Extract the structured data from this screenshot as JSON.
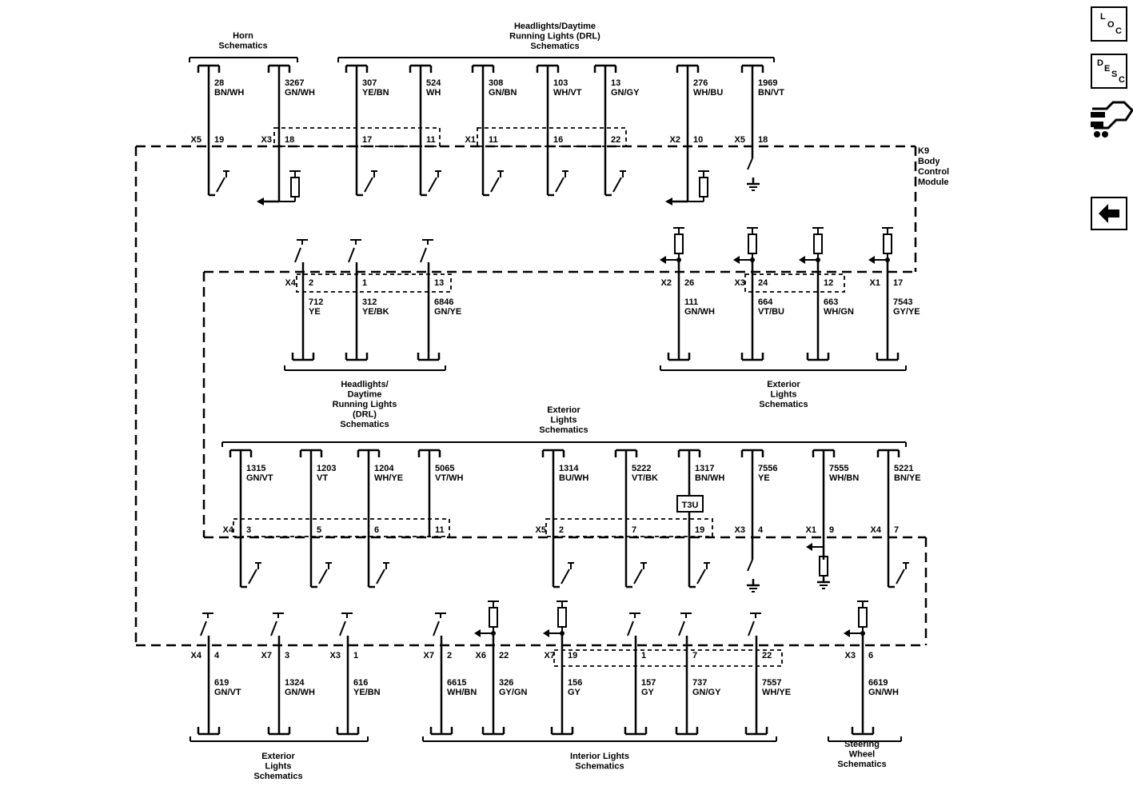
{
  "module": {
    "lines": [
      "K9",
      "Body",
      "Control",
      "Module"
    ]
  },
  "sidebar": {
    "loc": {
      "l1": "L",
      "l2": "O",
      "l3": "C"
    },
    "desc": {
      "l1": "D",
      "l2": "E",
      "l3": "S",
      "l4": "C"
    }
  },
  "brackets": [
    {
      "lines": [
        "Horn",
        "Schematics"
      ]
    },
    {
      "lines": [
        "Headlights/Daytime",
        "Running Lights (DRL)",
        "Schematics"
      ]
    },
    {
      "lines": [
        "Headlights/",
        "Daytime",
        "Running Lights",
        "(DRL)",
        "Schematics"
      ]
    },
    {
      "lines": [
        "Exterior",
        "Lights",
        "Schematics"
      ]
    },
    {
      "lines": [
        "Exterior",
        "Lights",
        "Schematics"
      ]
    },
    {
      "lines": [
        "Exterior",
        "Lights",
        "Schematics"
      ]
    },
    {
      "lines": [
        "Interior Lights",
        "Schematics"
      ]
    },
    {
      "lines": [
        "Steering",
        "Wheel",
        "Schematics"
      ]
    }
  ],
  "circuits": [
    {
      "circuit": "28",
      "color": "BN/WH",
      "connector": "X5",
      "pin": "19"
    },
    {
      "circuit": "3267",
      "color": "GN/WH",
      "connector": "X3",
      "pin": "18"
    },
    {
      "circuit": "307",
      "color": "YE/BN",
      "connector": "",
      "pin": "17"
    },
    {
      "circuit": "524",
      "color": "WH",
      "connector": "",
      "pin": "11"
    },
    {
      "circuit": "308",
      "color": "GN/BN",
      "connector": "X1",
      "pin": "11"
    },
    {
      "circuit": "103",
      "color": "WH/VT",
      "connector": "",
      "pin": "16"
    },
    {
      "circuit": "13",
      "color": "GN/GY",
      "connector": "",
      "pin": "22"
    },
    {
      "circuit": "276",
      "color": "WH/BU",
      "connector": "X2",
      "pin": "10"
    },
    {
      "circuit": "1969",
      "color": "BN/VT",
      "connector": "X5",
      "pin": "18"
    },
    {
      "circuit": "712",
      "color": "YE",
      "connector": "X4",
      "pin": "2"
    },
    {
      "circuit": "312",
      "color": "YE/BK",
      "connector": "",
      "pin": "1"
    },
    {
      "circuit": "6846",
      "color": "GN/YE",
      "connector": "",
      "pin": "13"
    },
    {
      "circuit": "111",
      "color": "GN/WH",
      "connector": "X2",
      "pin": "26"
    },
    {
      "circuit": "664",
      "color": "VT/BU",
      "connector": "X3",
      "pin": "24"
    },
    {
      "circuit": "663",
      "color": "WH/GN",
      "connector": "",
      "pin": "12"
    },
    {
      "circuit": "7543",
      "color": "GY/YE",
      "connector": "X1",
      "pin": "17"
    },
    {
      "circuit": "1315",
      "color": "GN/VT",
      "connector": "X4",
      "pin": "3"
    },
    {
      "circuit": "1203",
      "color": "VT",
      "connector": "",
      "pin": "5"
    },
    {
      "circuit": "1204",
      "color": "WH/YE",
      "connector": "",
      "pin": "6"
    },
    {
      "circuit": "5065",
      "color": "VT/WH",
      "connector": "",
      "pin": "11"
    },
    {
      "circuit": "1314",
      "color": "BU/WH",
      "connector": "X5",
      "pin": "2"
    },
    {
      "circuit": "5222",
      "color": "VT/BK",
      "connector": "",
      "pin": "7"
    },
    {
      "circuit": "1317",
      "color": "BN/WH",
      "connector": "",
      "pin": "19"
    },
    {
      "circuit": "7556",
      "color": "YE",
      "connector": "X3",
      "pin": "4"
    },
    {
      "circuit": "7555",
      "color": "WH/BN",
      "connector": "X1",
      "pin": "9"
    },
    {
      "circuit": "5221",
      "color": "BN/YE",
      "connector": "X4",
      "pin": "7"
    },
    {
      "circuit": "619",
      "color": "GN/VT",
      "connector": "X4",
      "pin": "4"
    },
    {
      "circuit": "1324",
      "color": "GN/WH",
      "connector": "X7",
      "pin": "3"
    },
    {
      "circuit": "616",
      "color": "YE/BN",
      "connector": "X3",
      "pin": "1"
    },
    {
      "circuit": "6615",
      "color": "WH/BN",
      "connector": "X7",
      "pin": "2"
    },
    {
      "circuit": "326",
      "color": "GY/GN",
      "connector": "X6",
      "pin": "22"
    },
    {
      "circuit": "156",
      "color": "GY",
      "connector": "X7",
      "pin": "19"
    },
    {
      "circuit": "157",
      "color": "GY",
      "connector": "",
      "pin": "1"
    },
    {
      "circuit": "737",
      "color": "GN/GY",
      "connector": "",
      "pin": "7"
    },
    {
      "circuit": "7557",
      "color": "WH/YE",
      "connector": "",
      "pin": "22"
    },
    {
      "circuit": "6619",
      "color": "GN/WH",
      "connector": "X3",
      "pin": "6"
    }
  ],
  "inline_component": {
    "label": "T3U"
  }
}
